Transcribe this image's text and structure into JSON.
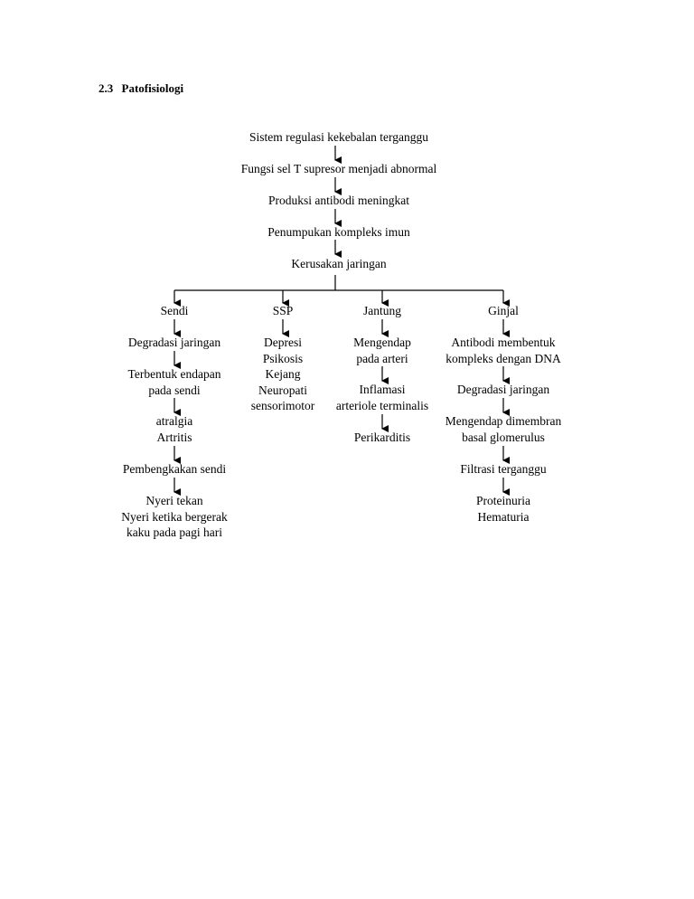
{
  "heading": {
    "number": "2.3",
    "title": "Patofisiologi"
  },
  "main_chain": [
    "Sistem regulasi kekebalan terganggu",
    "Fungsi sel T supresor menjadi abnormal",
    "Produksi antibodi meningkat",
    "Penumpukan kompleks imun",
    "Kerusakan jaringan"
  ],
  "branches": {
    "sendi": {
      "title": "Sendi",
      "steps": [
        [
          "Degradasi jaringan"
        ],
        [
          "Terbentuk endapan",
          "pada sendi"
        ],
        [
          "atralgia",
          "Artritis"
        ],
        [
          "Pembengkakan sendi"
        ],
        [
          "Nyeri tekan",
          "Nyeri ketika bergerak",
          "kaku pada pagi hari"
        ]
      ]
    },
    "ssp": {
      "title": "SSP",
      "steps": [
        [
          "Depresi",
          "Psikosis",
          "Kejang",
          "Neuropati",
          "sensorimotor"
        ]
      ]
    },
    "jantung": {
      "title": "Jantung",
      "steps": [
        [
          "Mengendap",
          "pada arteri"
        ],
        [
          "Inflamasi",
          "arteriole terminalis"
        ],
        [
          "Perikarditis"
        ]
      ]
    },
    "ginjal": {
      "title": "Ginjal",
      "steps": [
        [
          "Antibodi membentuk",
          "kompleks dengan DNA"
        ],
        [
          "Degradasi jaringan"
        ],
        [
          "Mengendap dimembran",
          "basal glomerulus"
        ],
        [
          "Filtrasi terganggu"
        ],
        [
          "Proteinuria",
          "Hematuria"
        ]
      ]
    }
  }
}
